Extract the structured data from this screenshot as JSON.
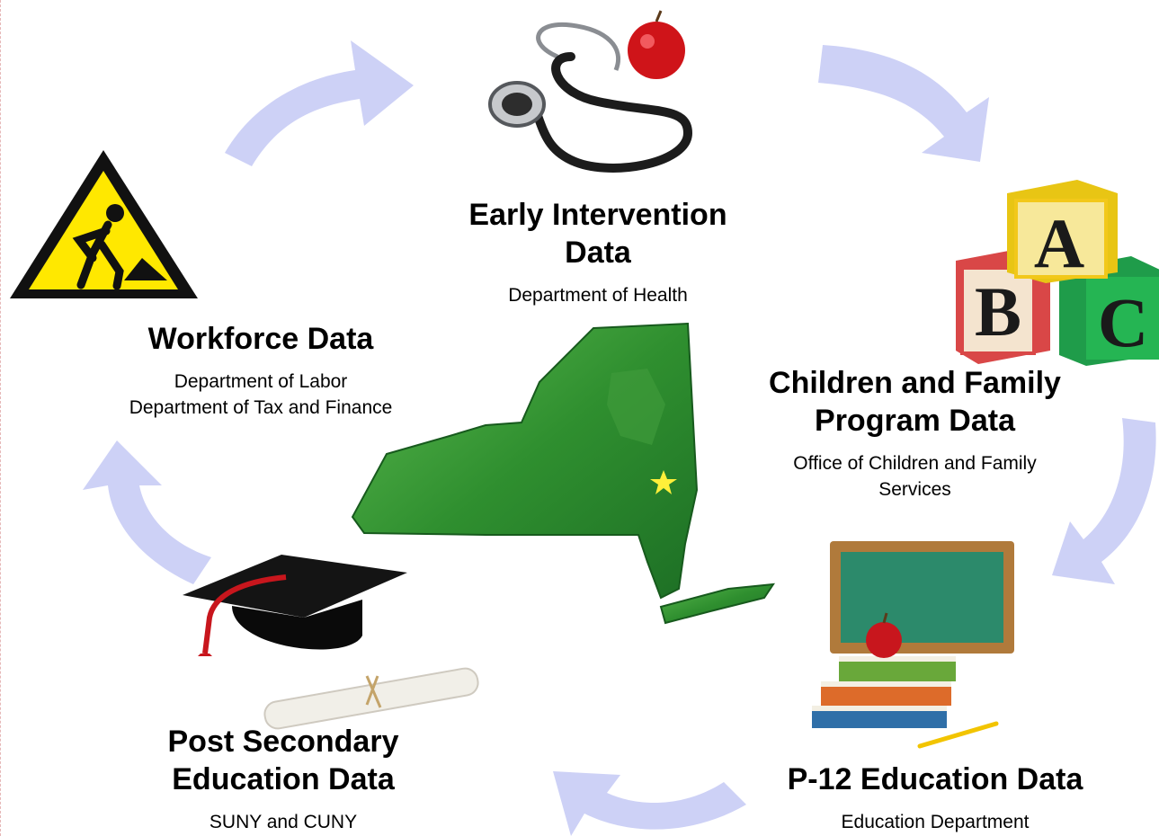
{
  "nodes": {
    "early_intervention": {
      "title_line1": "Early Intervention",
      "title_line2": "Data",
      "agency": "Department of Health",
      "icon": "stethoscope-apple-icon"
    },
    "children_family": {
      "title_line1": "Children and Family",
      "title_line2": "Program Data",
      "agency_line1": "Office of Children and Family",
      "agency_line2": "Services",
      "icon": "abc-blocks-icon"
    },
    "p12": {
      "title": "P-12 Education Data",
      "agency": "Education Department",
      "icon": "chalkboard-books-icon"
    },
    "post_secondary": {
      "title_line1": "Post Secondary",
      "title_line2": "Education Data",
      "agency": "SUNY and CUNY",
      "icon": "graduation-cap-diploma-icon"
    },
    "workforce": {
      "title": "Workforce Data",
      "agency_line1": "Department of Labor",
      "agency_line2": "Department of Tax and Finance",
      "icon": "construction-warning-sign-icon"
    }
  },
  "center_icon": "new-york-state-map-icon",
  "colors": {
    "arrow": "#cdd1f6",
    "map_green": "#2f8f2f",
    "sign_yellow": "#ffe800",
    "chalkboard_green": "#2c8a6b"
  }
}
